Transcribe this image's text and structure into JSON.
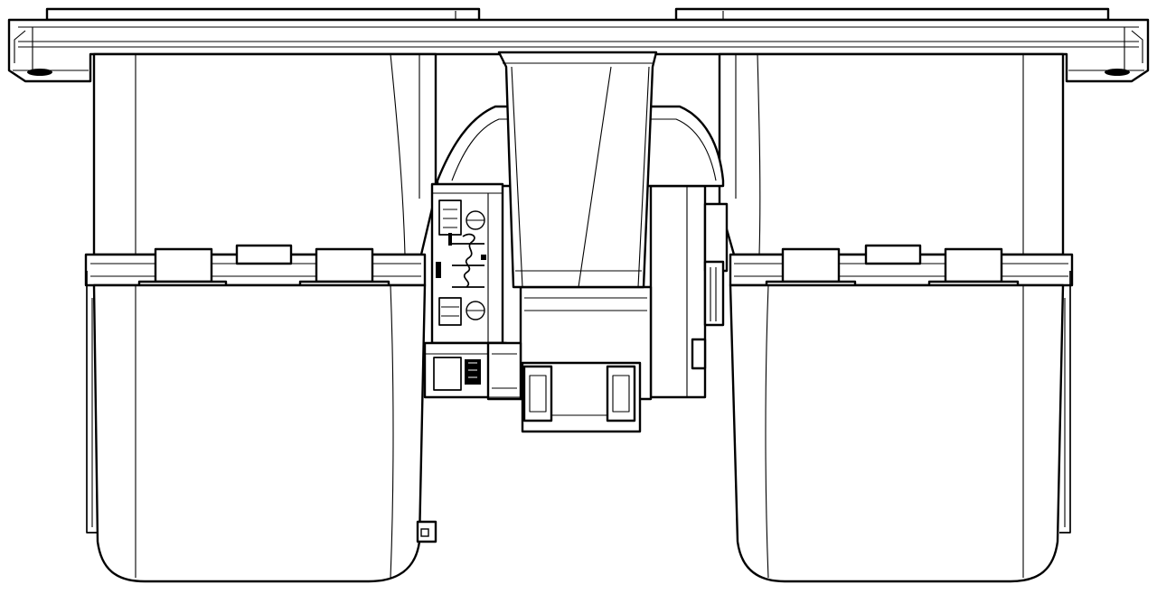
{
  "drawing": {
    "style": "black line-art technical drawing, front elevation view",
    "colors": {
      "line": "#000000",
      "background": "#ffffff"
    },
    "components": [
      "mounting-plate",
      "left-blower-housing",
      "right-blower-housing",
      "center-duct",
      "motor-assembly",
      "control-module",
      "terminal-connector"
    ]
  }
}
